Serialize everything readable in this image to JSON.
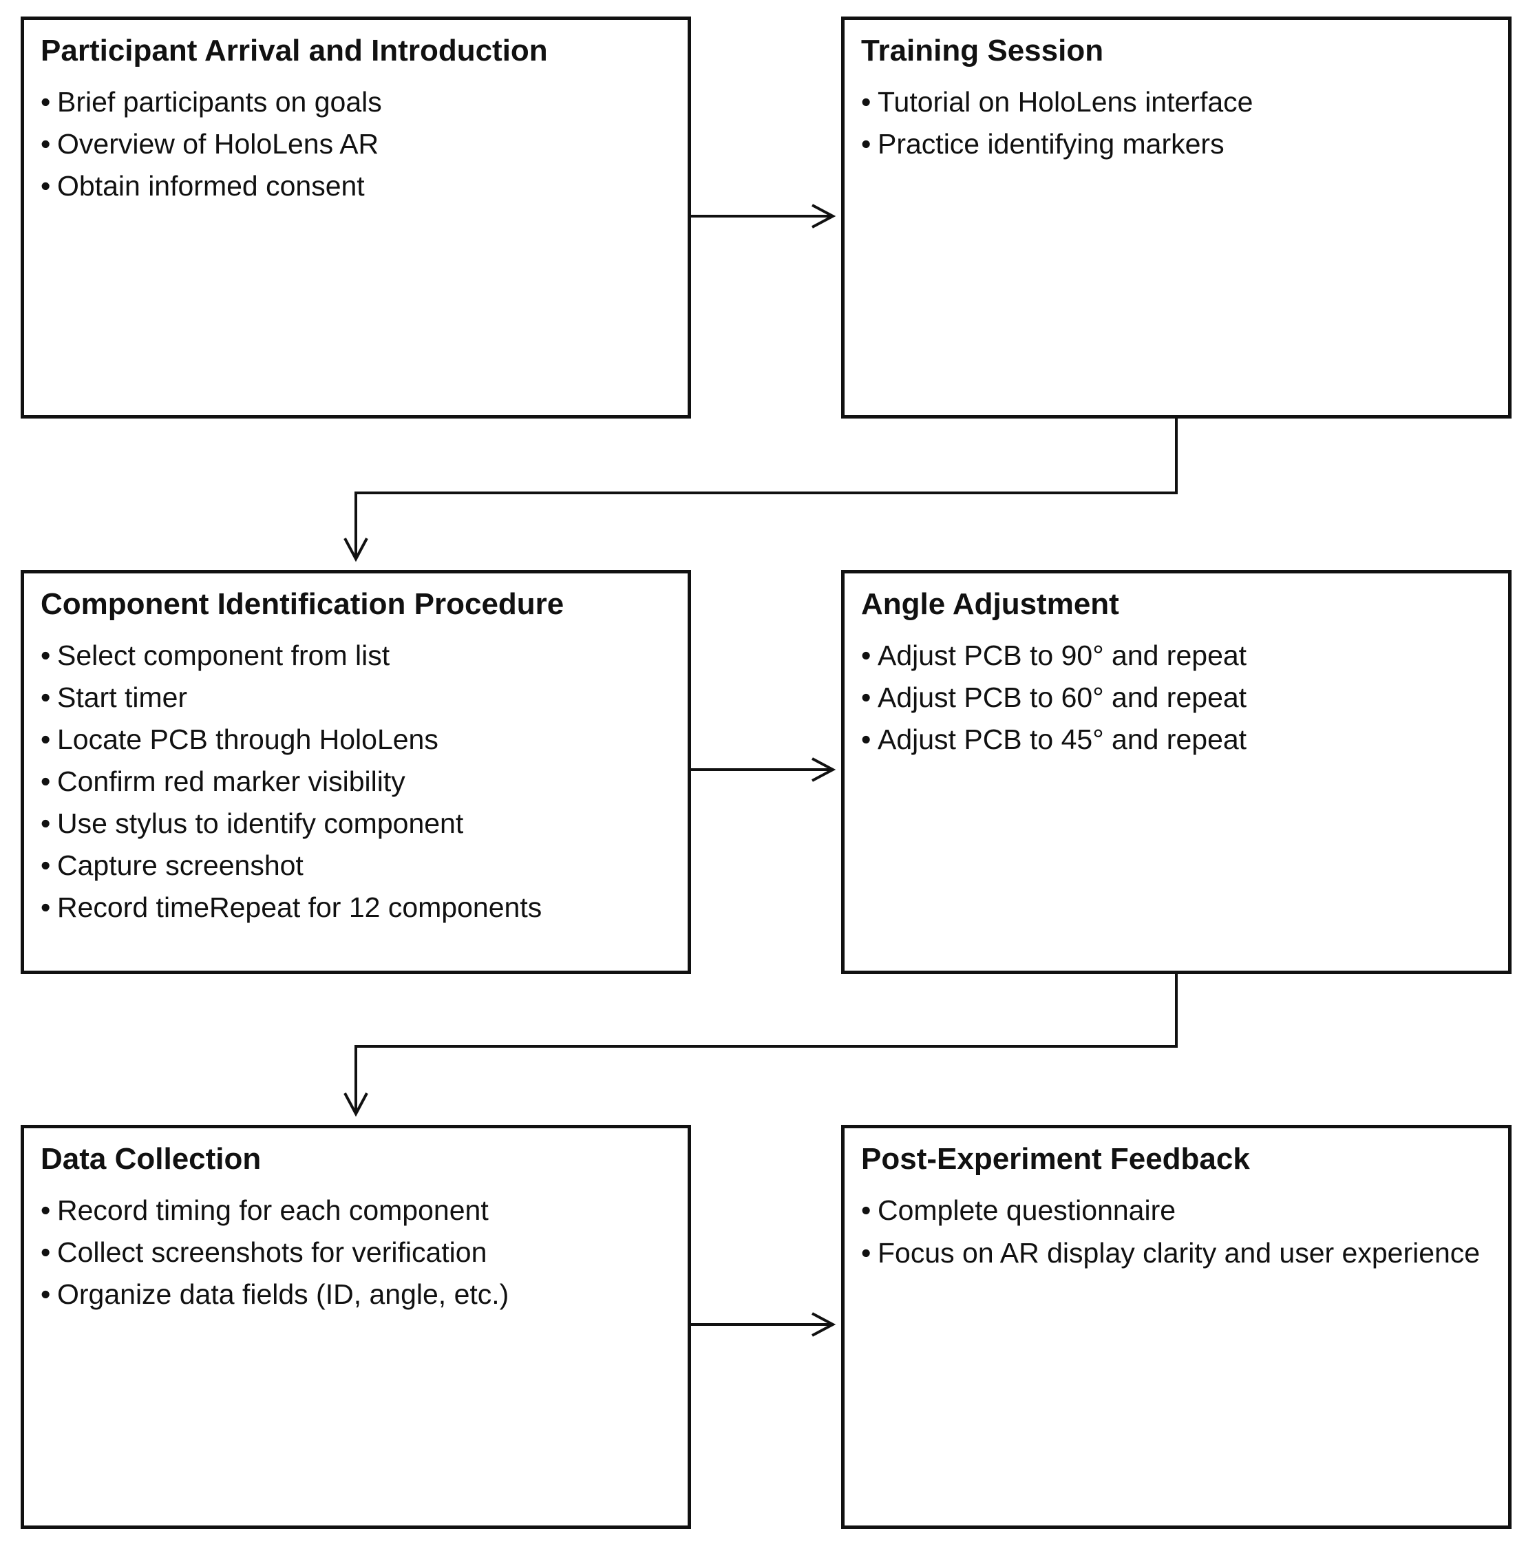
{
  "boxes": [
    {
      "title": "Participant Arrival and Introduction",
      "items": [
        "Brief participants on goals",
        "Overview of HoloLens AR",
        "Obtain informed consent"
      ]
    },
    {
      "title": "Training Session",
      "items": [
        "Tutorial on HoloLens interface",
        "Practice identifying markers"
      ]
    },
    {
      "title": "Component Identification Procedure",
      "items": [
        "Select component from list",
        "Start timer",
        "Locate PCB through HoloLens",
        "Confirm red marker visibility",
        "Use stylus to identify component",
        "Capture screenshot",
        "Record timeRepeat for 12 components"
      ]
    },
    {
      "title": "Angle Adjustment",
      "items": [
        "Adjust PCB to 90° and repeat",
        "Adjust PCB to 60° and repeat",
        "Adjust PCB to 45° and repeat"
      ]
    },
    {
      "title": "Data Collection",
      "items": [
        "Record timing for each component",
        "Collect screenshots for verification",
        "Organize data fields (ID, angle, etc.)"
      ]
    },
    {
      "title": "Post-Experiment Feedback",
      "items": [
        "Complete questionnaire",
        "Focus on AR display clarity and user experience"
      ]
    }
  ],
  "bullet_char": "•",
  "colors": {
    "stroke": "#111111",
    "background": "#ffffff"
  }
}
